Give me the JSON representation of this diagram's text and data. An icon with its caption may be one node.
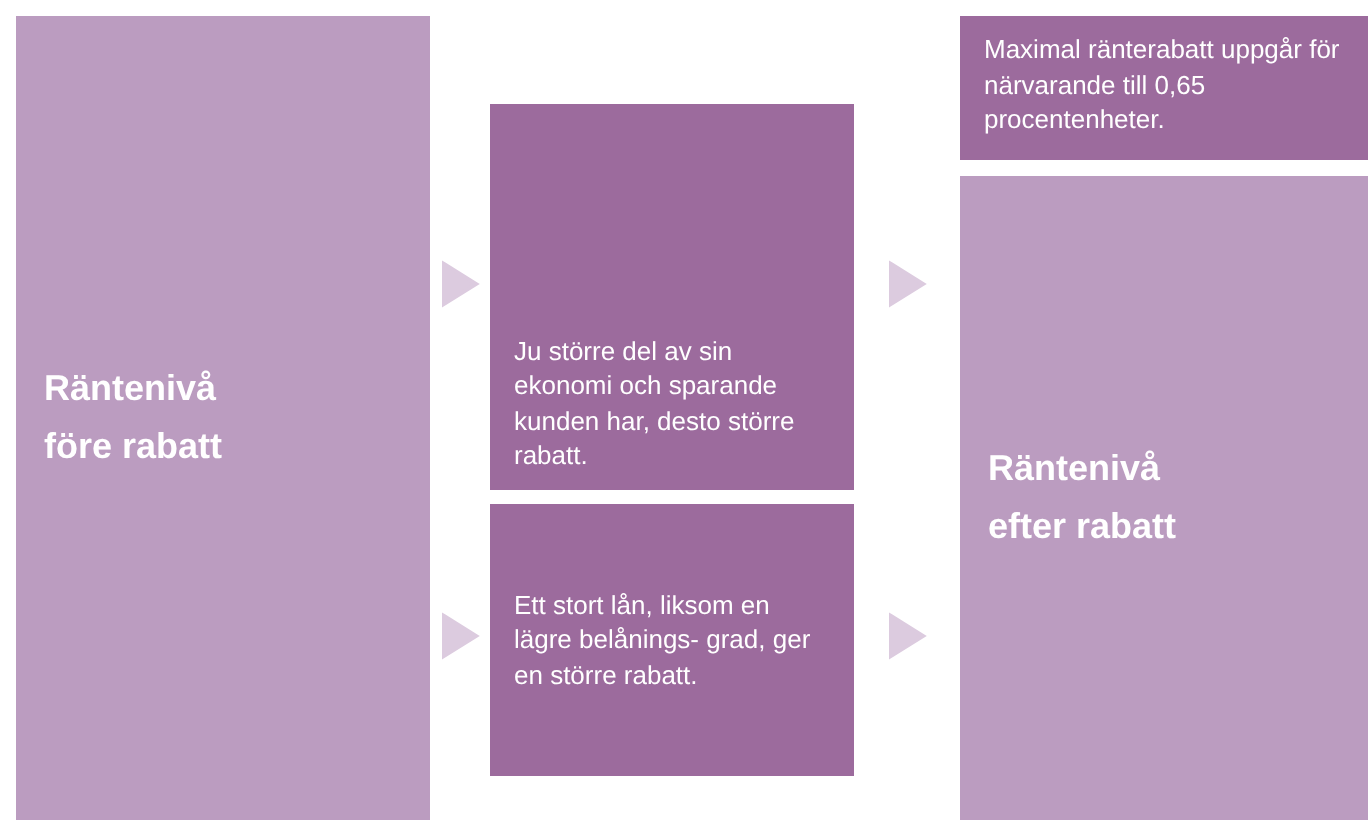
{
  "diagram": {
    "nodes": [
      {
        "text": [
          "Räntenivå före rabatt"
        ]
      },
      {
        "text": [
          "Ju större del av sin ekonomi och sparande kunden har, desto större rabatt."
        ]
      },
      {
        "text": [
          "Ett stort lån, liksom en lägre belånings- grad, ger en större rabatt."
        ]
      },
      {
        "text": [
          "Maximal ränterabatt uppgår för närvarande till 0,65 procentenheter."
        ]
      },
      {
        "text": [
          "Räntenivå efter rabatt"
        ]
      }
    ],
    "edges": [
      {
        "from": 0,
        "to": 1,
        "arrow": "to"
      },
      {
        "from": 0,
        "to": 2,
        "arrow": "to"
      },
      {
        "from": 1,
        "to": 4,
        "arrow": "to"
      },
      {
        "from": 2,
        "to": 4,
        "arrow": "to"
      }
    ]
  }
}
